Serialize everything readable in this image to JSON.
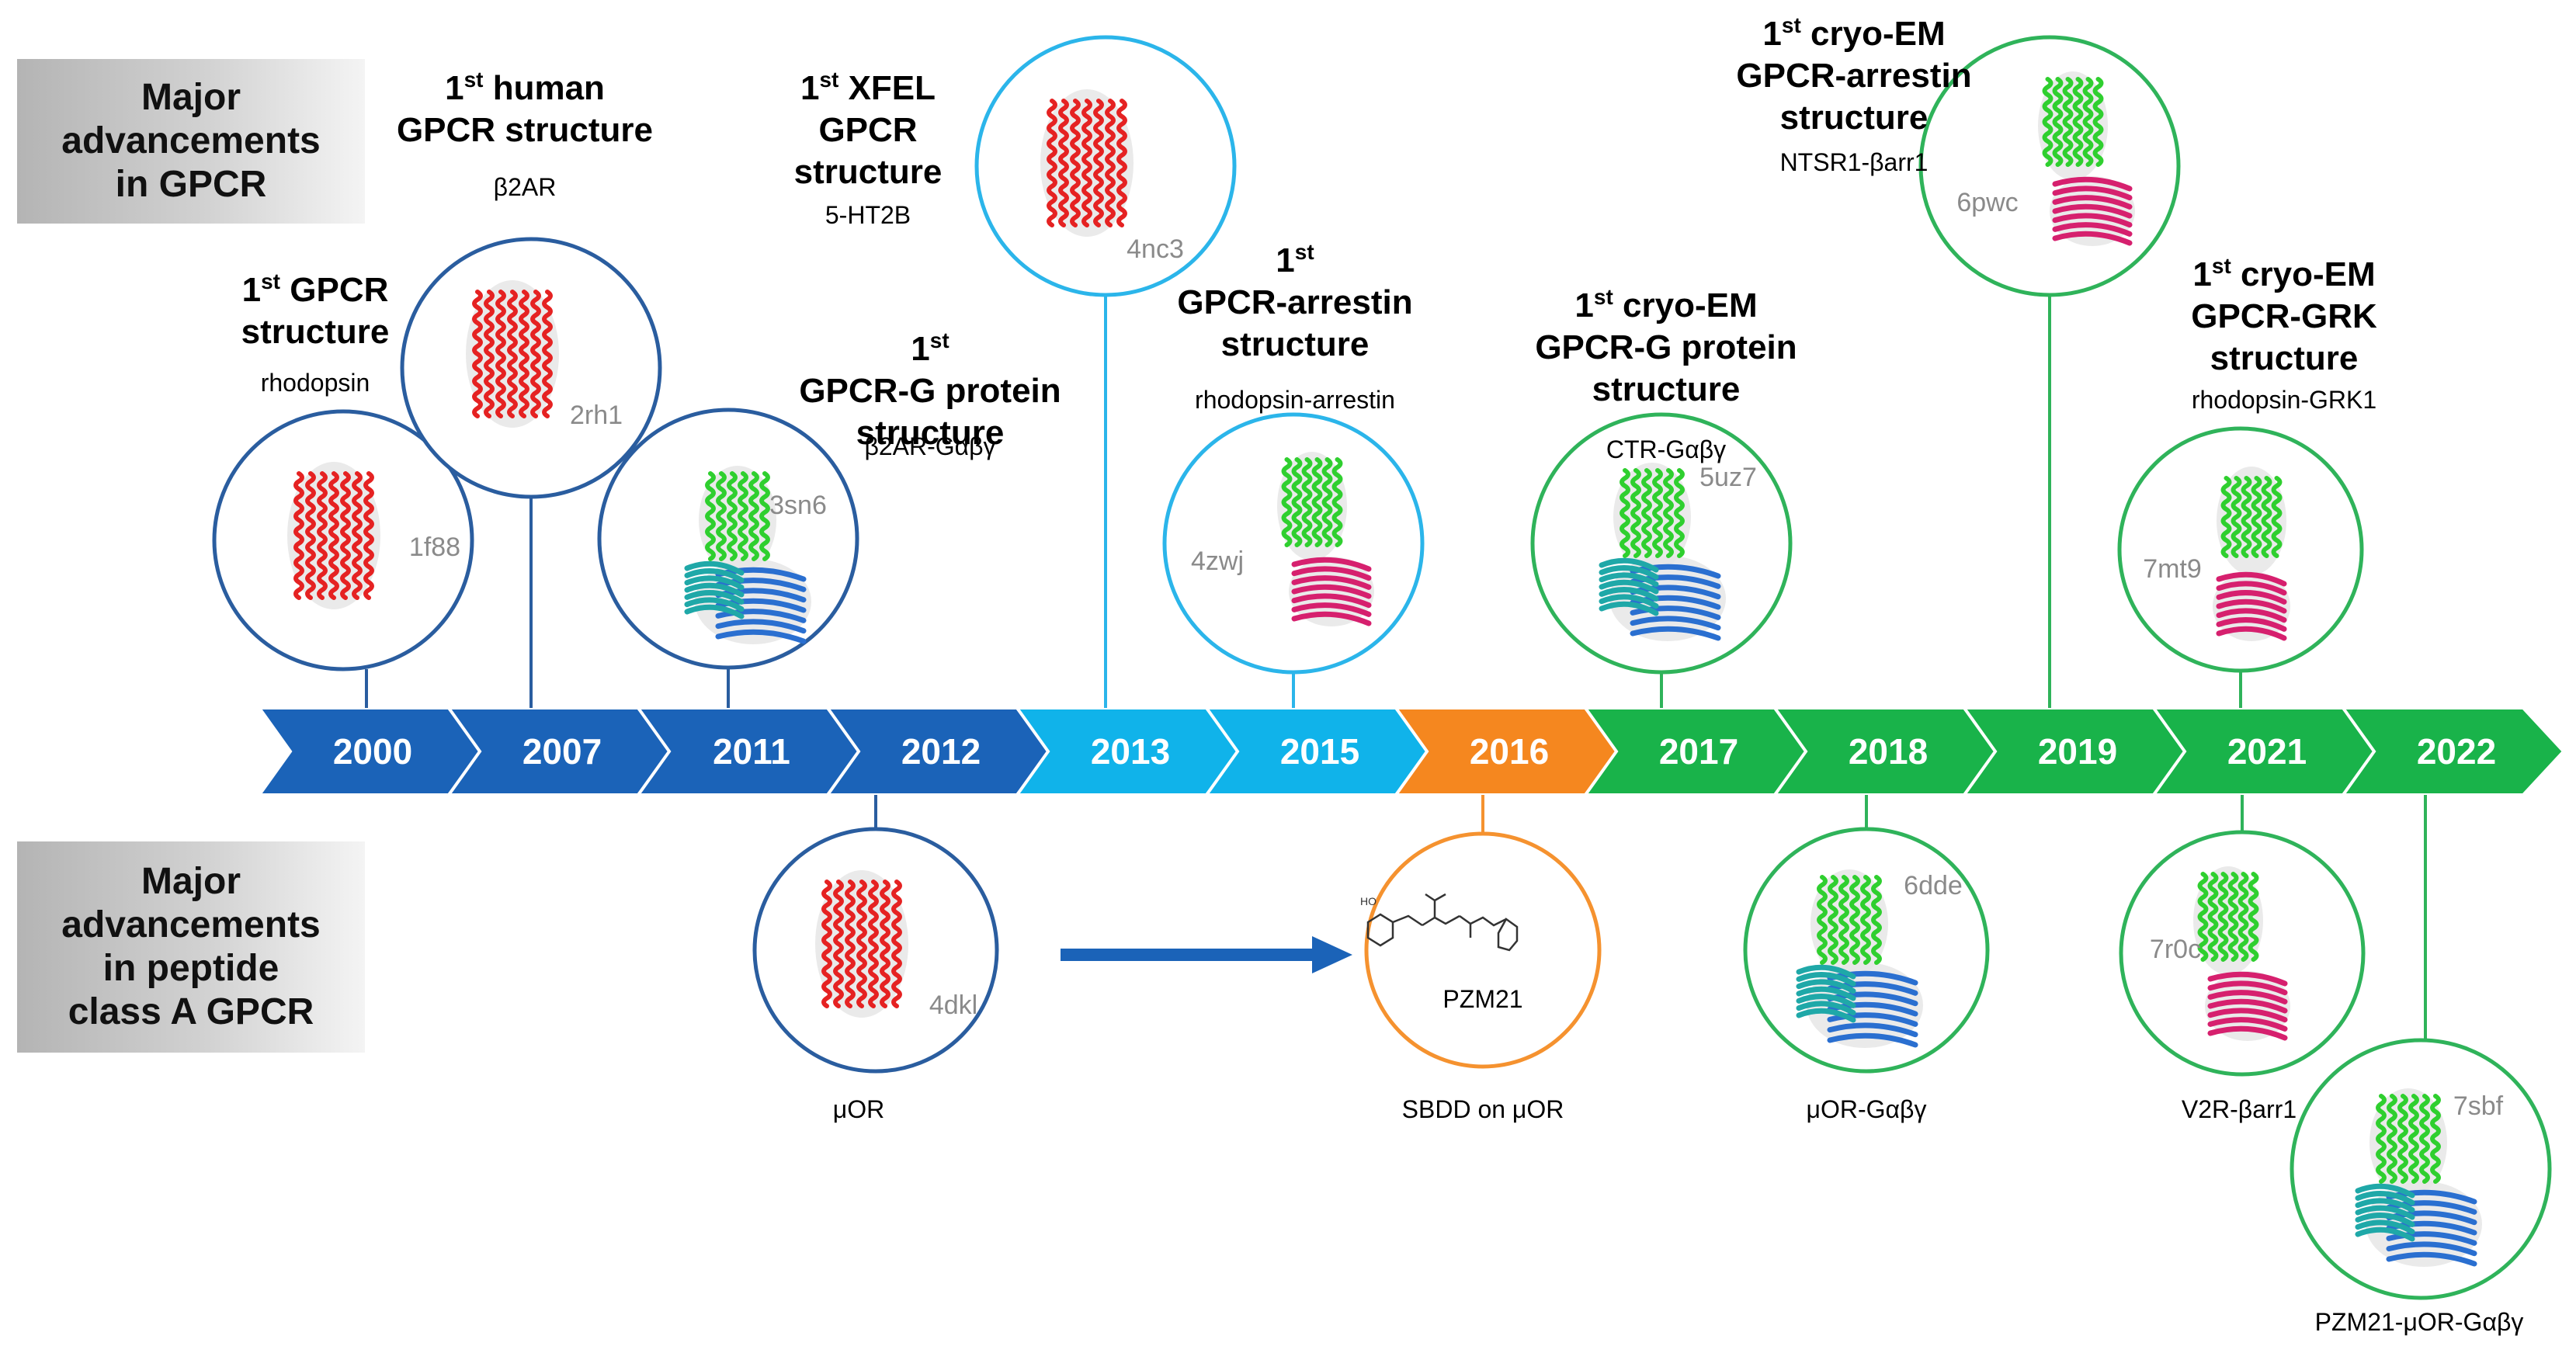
{
  "row_labels": {
    "gpcr": [
      "Major",
      "advancements",
      "in GPCR"
    ],
    "peptide": [
      "Major",
      "advancements",
      "in peptide",
      "class A GPCR"
    ]
  },
  "years": [
    "2000",
    "2007",
    "2011",
    "2012",
    "2013",
    "2015",
    "2016",
    "2017",
    "2018",
    "2019",
    "2021",
    "2022"
  ],
  "colors": {
    "dark_blue": "#1b63b8",
    "light_blue": "#10b3ea",
    "orange": "#f5871f",
    "green": "#19b34a",
    "circle_dark_blue": "#2a5d9f",
    "circle_light_blue": "#2bb5ea",
    "circle_green": "#2fb35a",
    "circle_orange": "#f5922f",
    "helix_red": "#e52222",
    "helix_green": "#2fcf2f",
    "helix_teal": "#1fa8a8",
    "helix_blue": "#2a6fd0",
    "helix_magenta": "#d6206e"
  },
  "gpcr_events": [
    {
      "title_main": "1",
      "title_sup": "st",
      "title_rest": " GPCR",
      "title_lines": [
        "structure"
      ],
      "subtitle": "rhodopsin",
      "pdb": "1f88",
      "structure": "receptor"
    },
    {
      "title_main": "1",
      "title_sup": "st",
      "title_rest": " human",
      "title_lines": [
        "GPCR structure"
      ],
      "subtitle": "β2AR",
      "pdb": "2rh1",
      "structure": "receptor"
    },
    {
      "title_main": "1",
      "title_sup": "st",
      "title_rest": "",
      "title_lines": [
        "GPCR-G protein",
        "structure"
      ],
      "subtitle": "β2AR-Gαβγ",
      "pdb": "3sn6",
      "structure": "gprotein"
    },
    {
      "title_main": "1",
      "title_sup": "st",
      "title_rest": " XFEL",
      "title_lines": [
        "GPCR",
        "structure"
      ],
      "subtitle": "5-HT2B",
      "pdb": "4nc3",
      "structure": "receptor"
    },
    {
      "title_main": "1",
      "title_sup": "st",
      "title_rest": "",
      "title_lines": [
        "GPCR-arrestin",
        "structure"
      ],
      "subtitle": "rhodopsin-arrestin",
      "pdb": "4zwj",
      "structure": "arrestin"
    },
    {
      "title_main": "1",
      "title_sup": "st",
      "title_rest": " cryo-EM",
      "title_lines": [
        "GPCR-G protein",
        "structure"
      ],
      "subtitle": "CTR-Gαβγ",
      "pdb": "5uz7",
      "structure": "gprotein"
    },
    {
      "title_main": "1",
      "title_sup": "st",
      "title_rest": " cryo-EM",
      "title_lines": [
        "GPCR-arrestin",
        "structure"
      ],
      "subtitle": "NTSR1-βarr1",
      "pdb": "6pwc",
      "structure": "arrestin"
    },
    {
      "title_main": "1",
      "title_sup": "st",
      "title_rest": " cryo-EM",
      "title_lines": [
        "GPCR-GRK",
        "structure"
      ],
      "subtitle": "rhodopsin-GRK1",
      "pdb": "7mt9",
      "structure": "grk"
    }
  ],
  "peptide_events": [
    {
      "label": "μOR",
      "pdb": "4dkl",
      "structure": "receptor"
    },
    {
      "label": "SBDD on μOR",
      "pdb": "",
      "molecule_name": "PZM21",
      "structure": "molecule"
    },
    {
      "label": "μOR-Gαβγ",
      "pdb": "6dde",
      "structure": "gprotein"
    },
    {
      "label": "V2R-βarr1",
      "pdb": "7r0c",
      "structure": "arrestin"
    },
    {
      "label": "PZM21-μOR-Gαβγ",
      "pdb": "7sbf",
      "structure": "gprotein"
    }
  ]
}
